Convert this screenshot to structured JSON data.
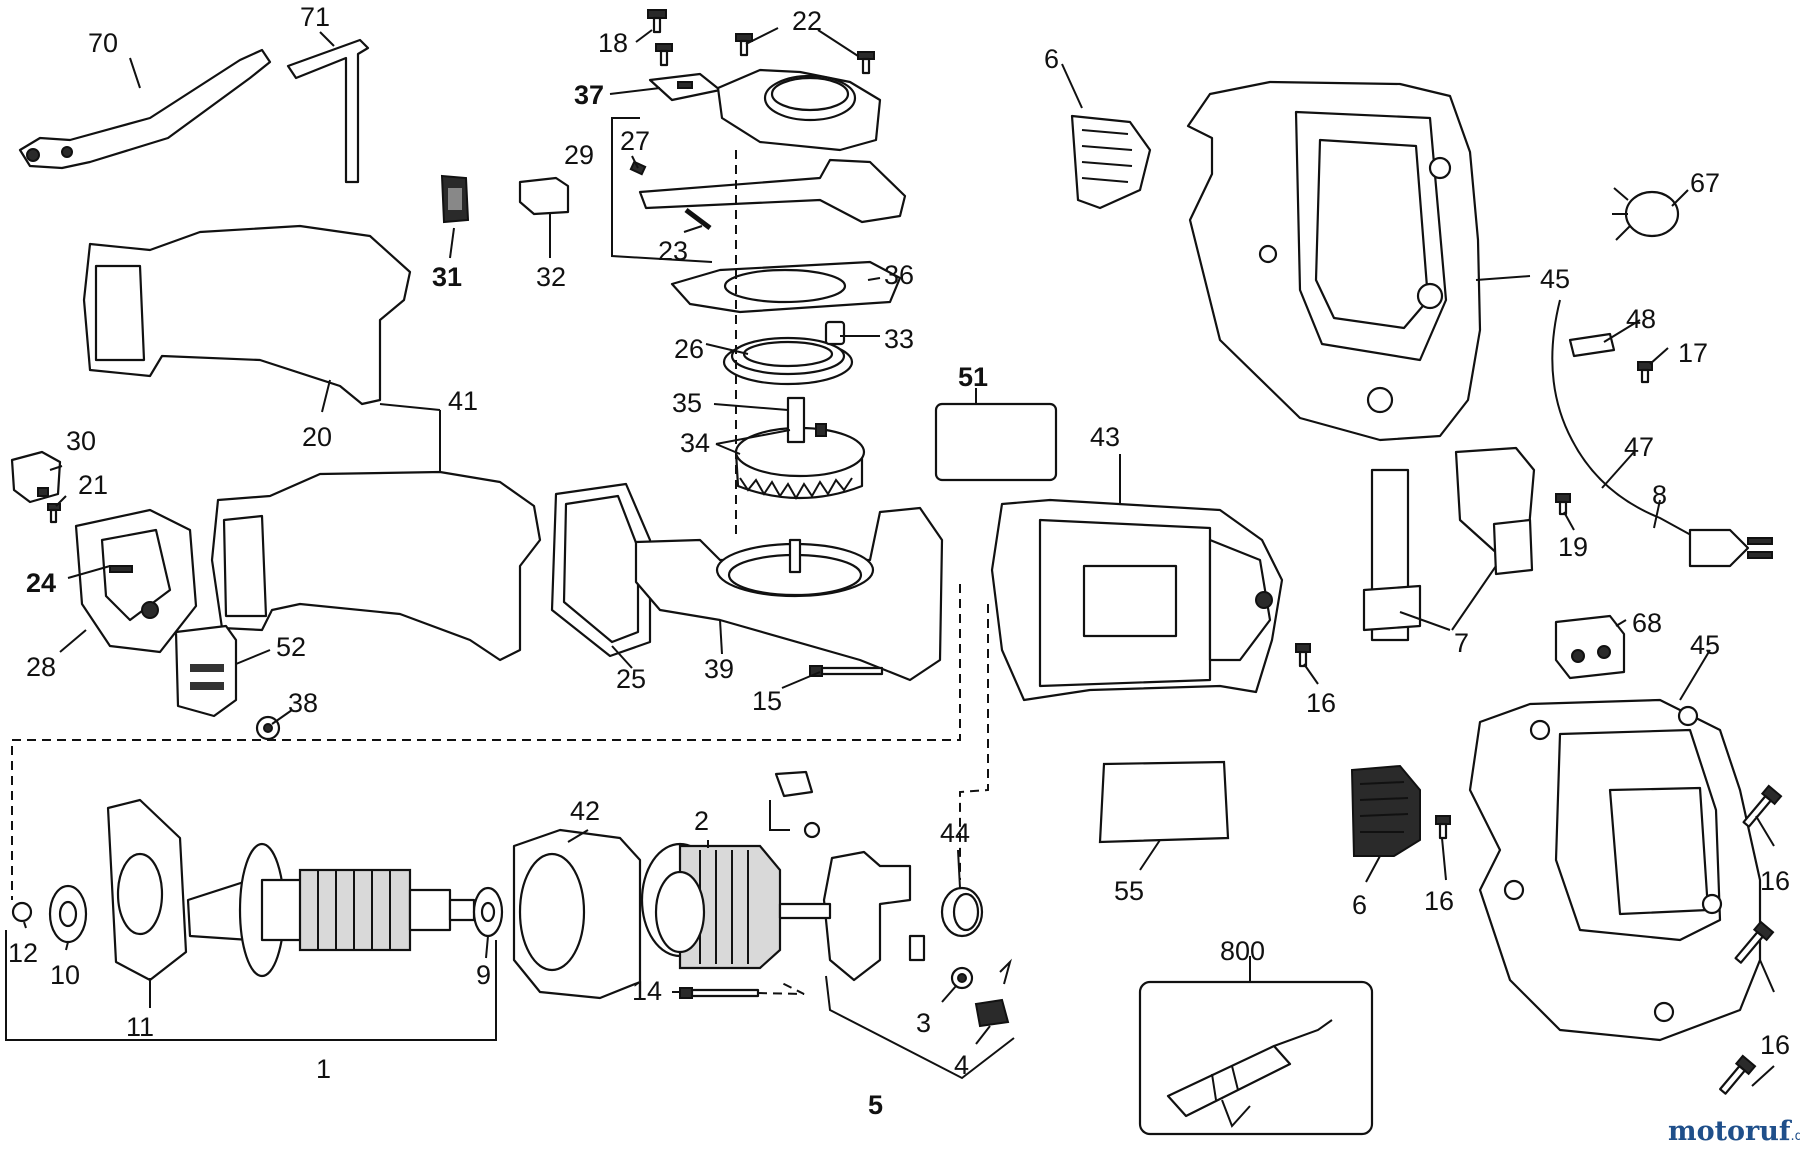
{
  "callouts": {
    "p70": "70",
    "p71": "71",
    "p18": "18",
    "p22": "22",
    "p37": "37",
    "p29": "29",
    "p27": "27",
    "p23": "23",
    "p31": "31",
    "p32": "32",
    "p36": "36",
    "p26": "26",
    "p33": "33",
    "p20": "20",
    "p41": "41",
    "p35": "35",
    "p34": "34",
    "p51": "51",
    "p43": "43",
    "p6a": "6",
    "p45a": "45",
    "p67": "67",
    "p48": "48",
    "p17": "17",
    "p47": "47",
    "p8": "8",
    "p19": "19",
    "p7": "7",
    "p68": "68",
    "p45b": "45",
    "p30": "30",
    "p21": "21",
    "p24": "24",
    "p28": "28",
    "p52": "52",
    "p38": "38",
    "p25": "25",
    "p39": "39",
    "p15": "15",
    "p16a": "16",
    "p55": "55",
    "p6b": "6",
    "p16b": "16",
    "p16c": "16",
    "p16d": "16",
    "p42": "42",
    "p2": "2",
    "p44": "44",
    "p12": "12",
    "p10": "10",
    "p11": "11",
    "p9": "9",
    "p14": "14",
    "p3": "3",
    "p4": "4",
    "p1": "1",
    "p5": "5",
    "p800": "800"
  },
  "watermark": {
    "name": "motoruf",
    "tld": ".de"
  }
}
